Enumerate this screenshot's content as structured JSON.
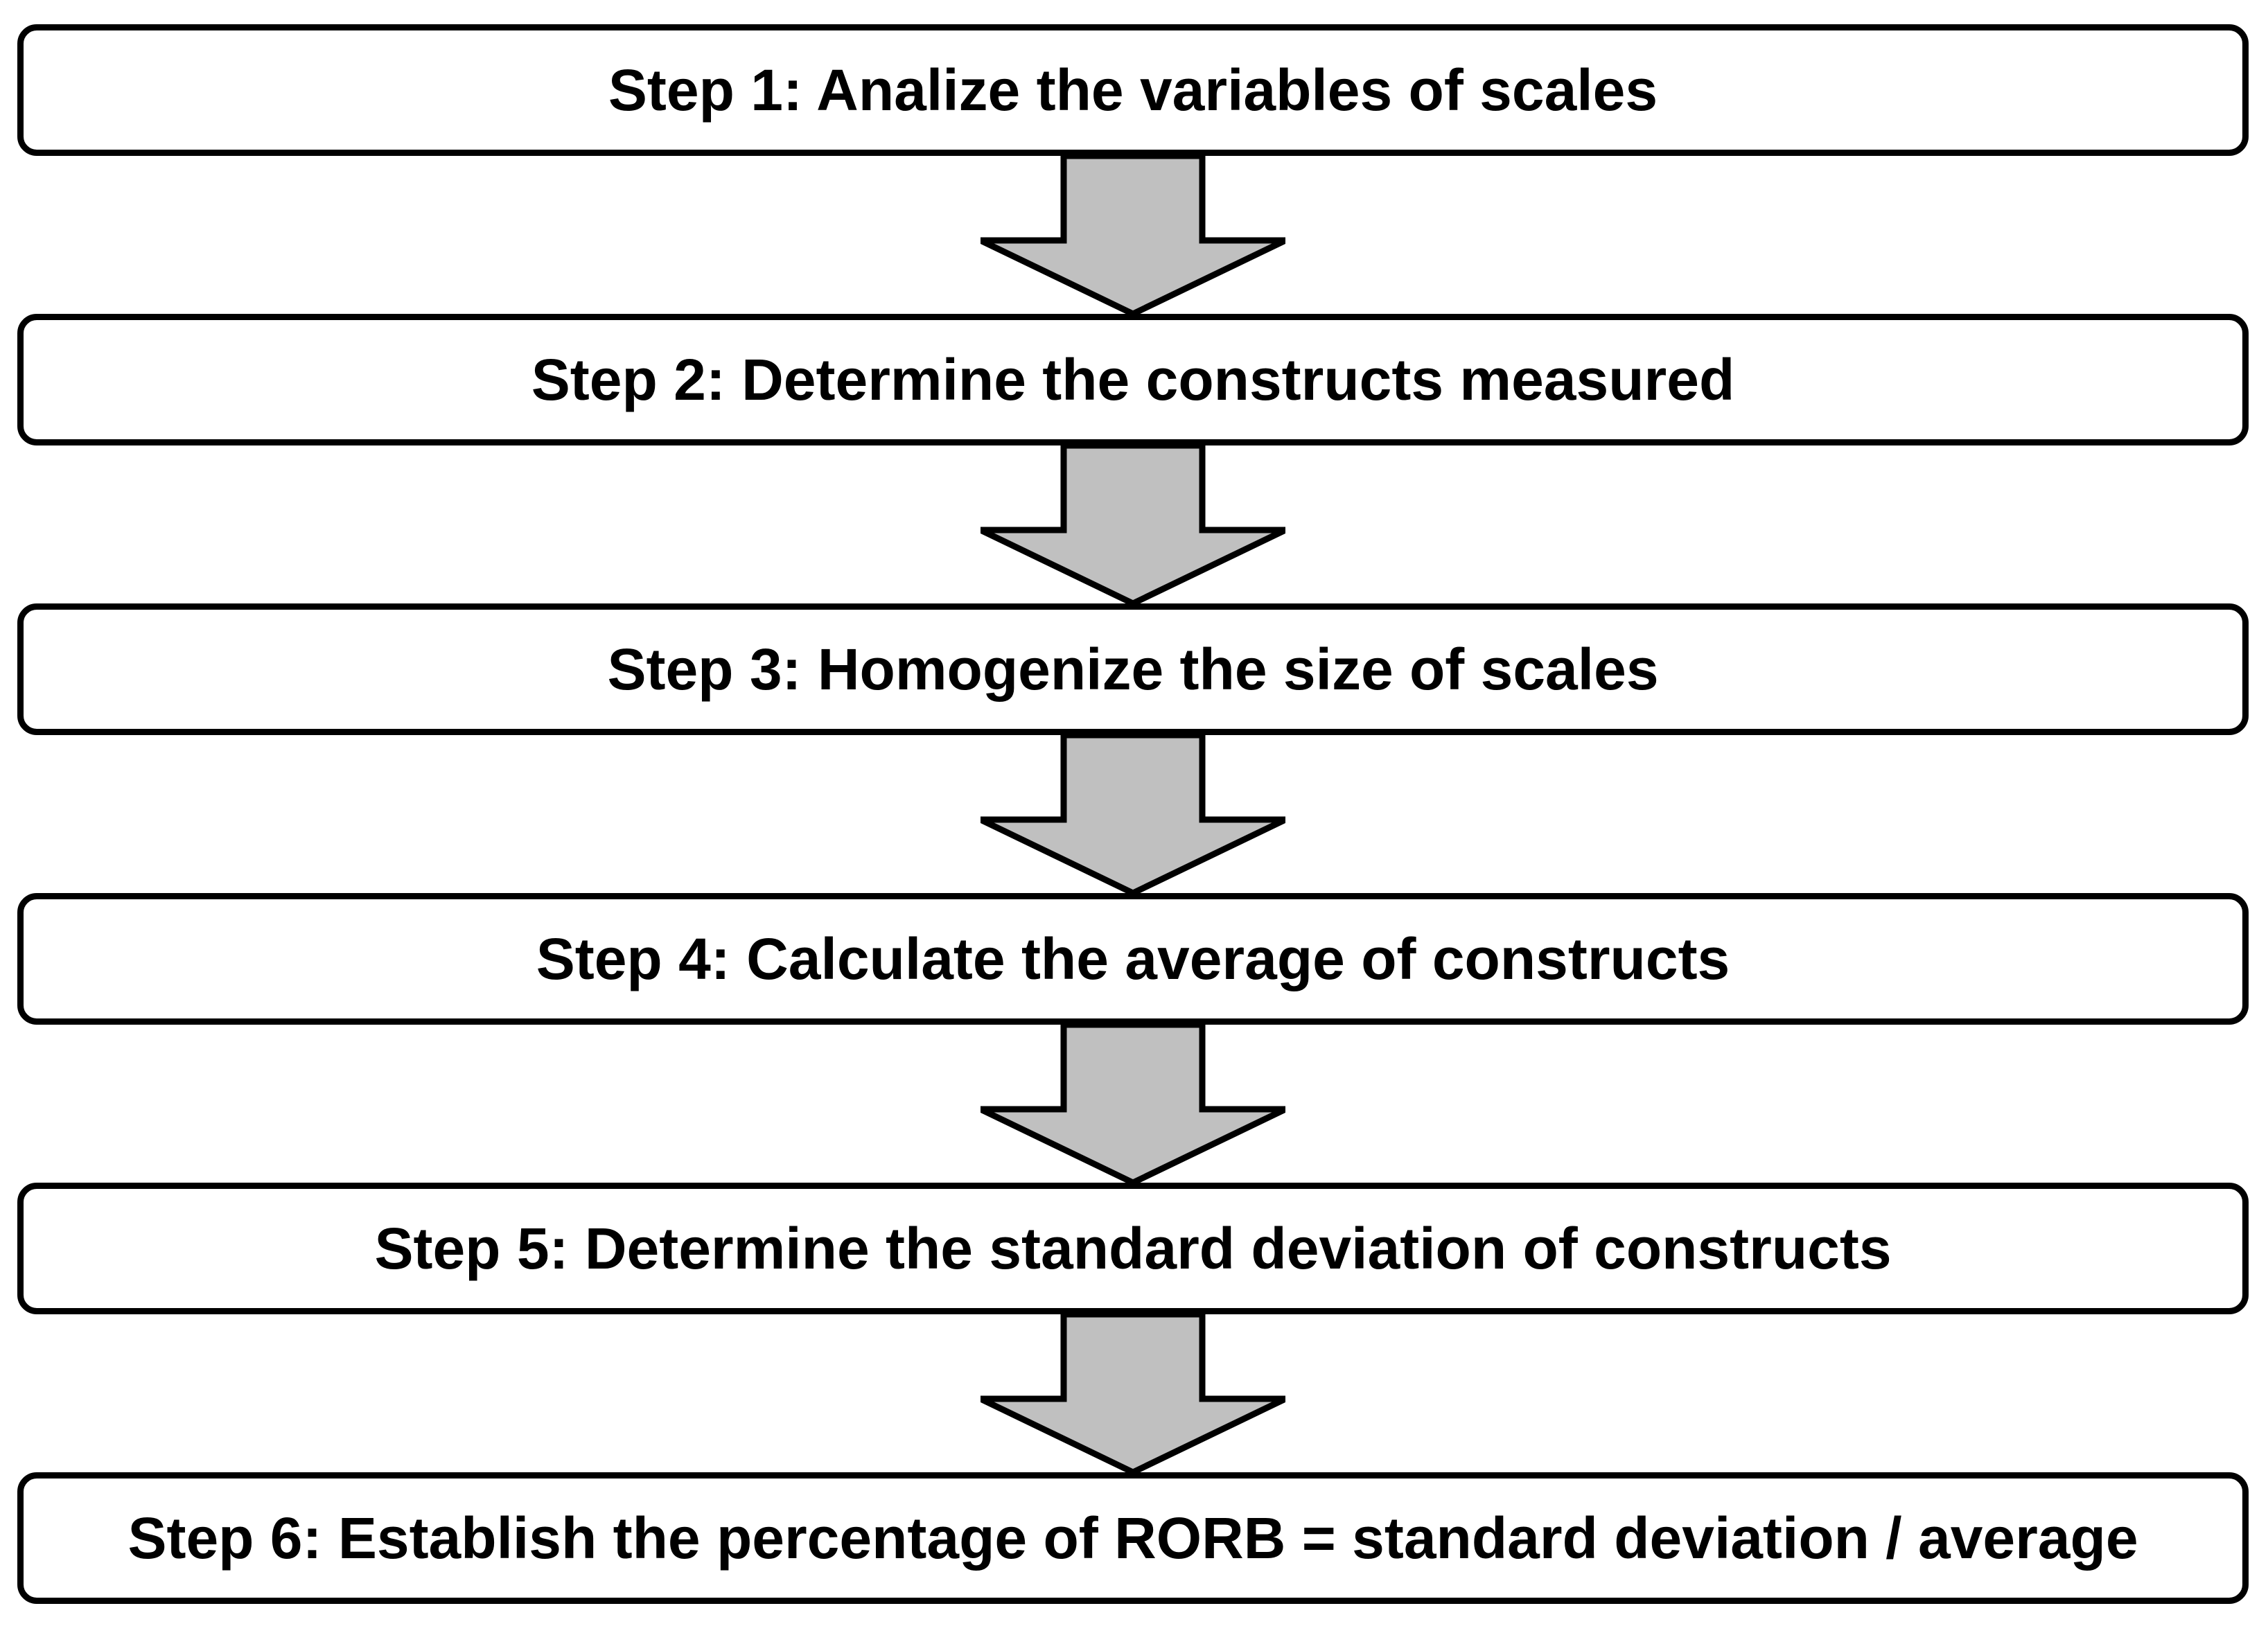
{
  "diagram": {
    "steps": [
      {
        "label": "Step 1: Analize the variables of scales"
      },
      {
        "label": "Step 2: Determine the constructs measured"
      },
      {
        "label": "Step 3: Homogenize the size of scales"
      },
      {
        "label": "Step 4: Calculate the average of constructs"
      },
      {
        "label": "Step 5: Determine the standard deviation of constructs"
      },
      {
        "label": "Step 6: Establish the percentage of RORB = standard deviation / average"
      }
    ],
    "colors": {
      "box_border": "#000000",
      "box_fill": "#ffffff",
      "arrow_fill": "#c0c0c0",
      "arrow_stroke": "#000000",
      "text": "#000000"
    }
  }
}
